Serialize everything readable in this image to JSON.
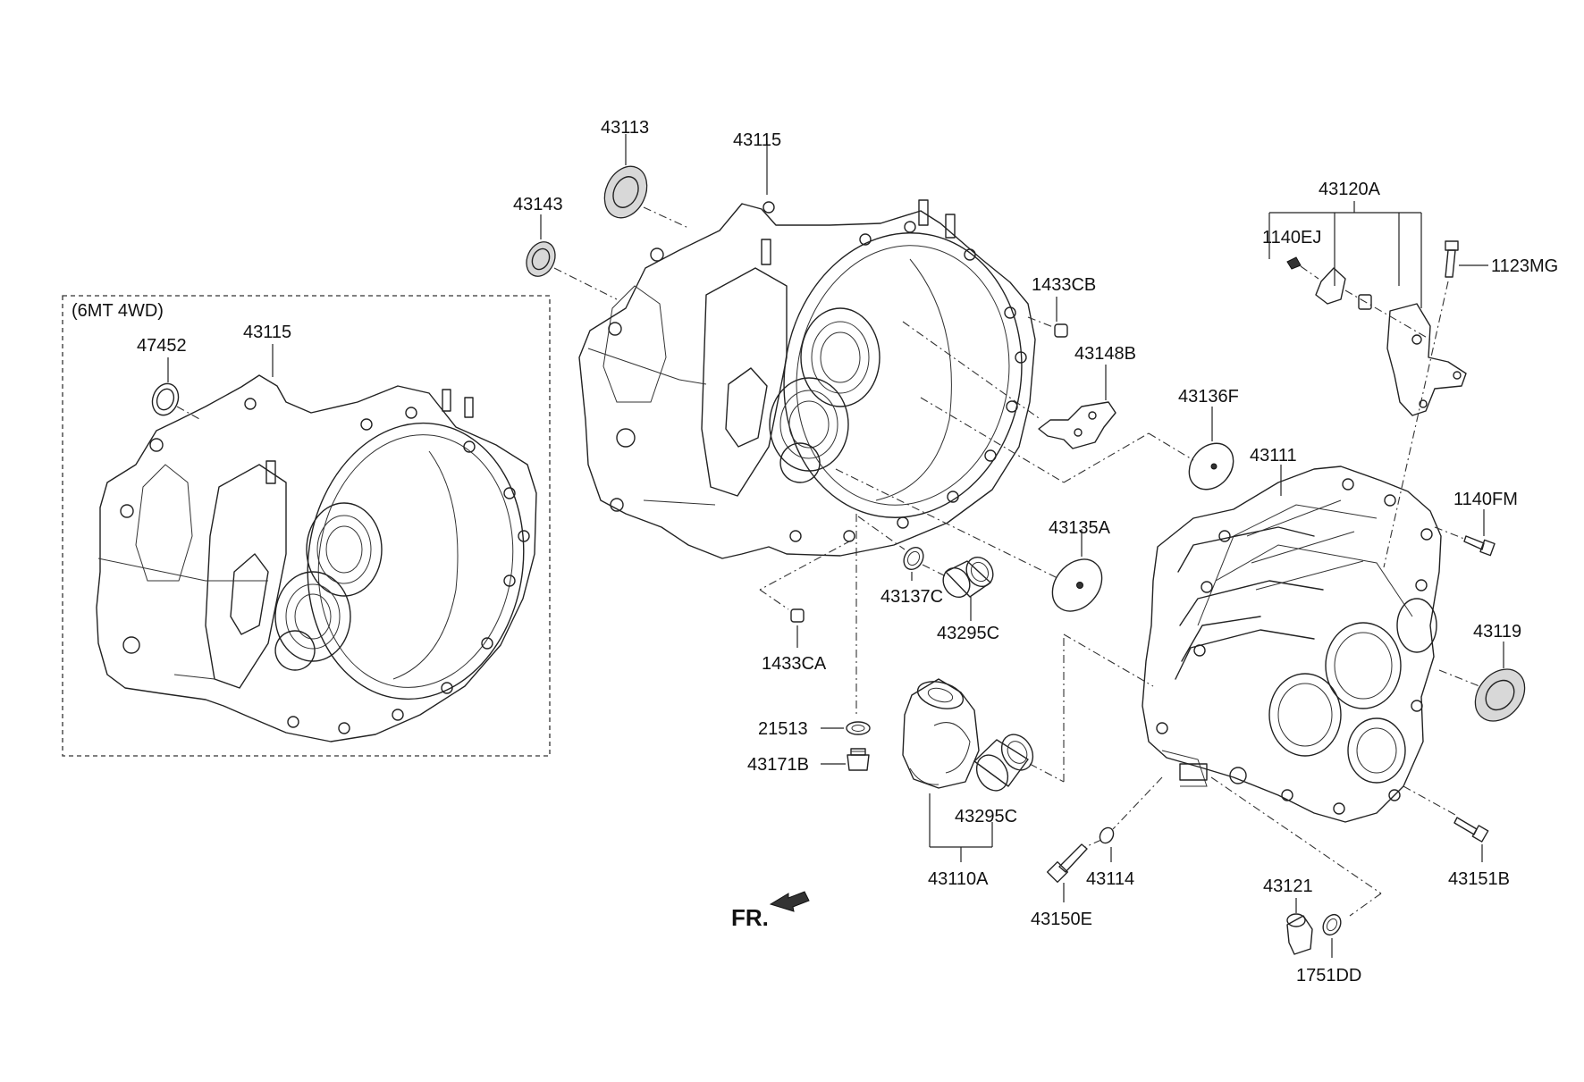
{
  "variant_label": "(6MT 4WD)",
  "front_marker": "FR.",
  "callouts": {
    "p43113": "43113",
    "p43115_main": "43115",
    "p43143": "43143",
    "p43120A": "43120A",
    "p1140EJ": "1140EJ",
    "p1123MG": "1123MG",
    "p1433CB": "1433CB",
    "p43148B": "43148B",
    "p43136F": "43136F",
    "p43111": "43111",
    "p1140FM": "1140FM",
    "p43135A": "43135A",
    "p43137C": "43137C",
    "p43295C_upper": "43295C",
    "p1433CA": "1433CA",
    "p43119": "43119",
    "p21513": "21513",
    "p43171B": "43171B",
    "p43295C_lower": "43295C",
    "p43110A": "43110A",
    "p43114": "43114",
    "p43150E": "43150E",
    "p43151B": "43151B",
    "p43121": "43121",
    "p1751DD": "1751DD",
    "p47452": "47452",
    "p43115_4wd": "43115"
  }
}
